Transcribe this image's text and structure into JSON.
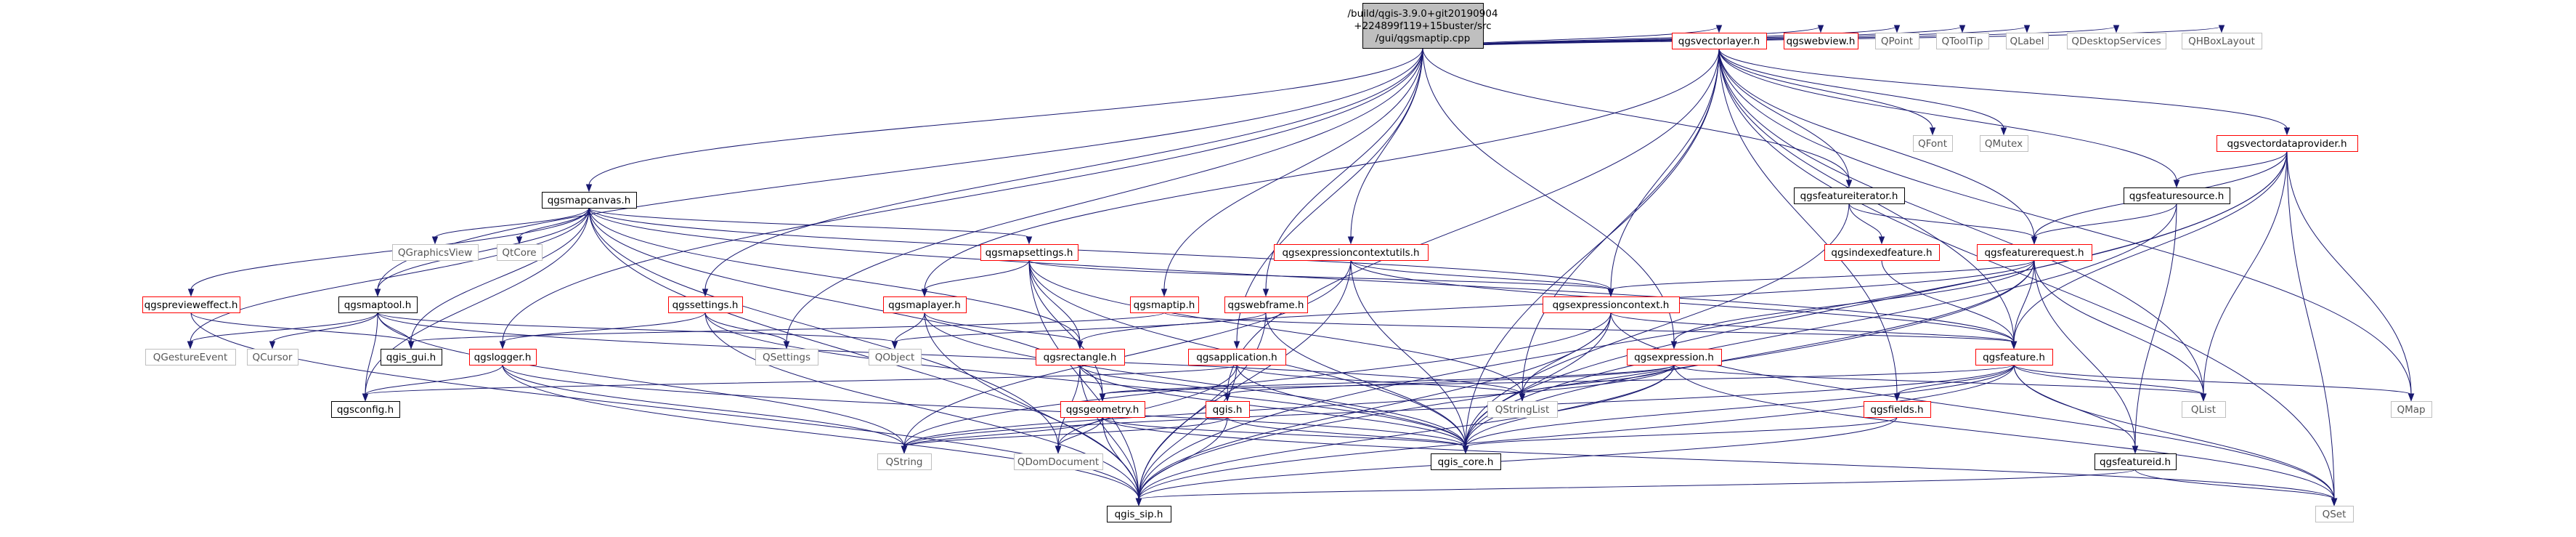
{
  "diagram": {
    "colors": {
      "edge": "#191970",
      "root_fill": "#bfbfbf",
      "normal_border": "#000000",
      "linked_border": "#ff0000",
      "external_border": "#bfbfbf",
      "external_text": "#555555"
    },
    "root": {
      "id": "root",
      "lines": [
        "/build/qgis-3.9.0+git20190904",
        "+224899f119+15buster/src",
        "/gui/qgsmaptip.cpp"
      ]
    },
    "nodes": [
      {
        "id": "qgsmapcanvas",
        "label": "qgsmapcanvas.h",
        "style": "normal"
      },
      {
        "id": "qgsmaptool",
        "label": "qgsmaptool.h",
        "style": "normal"
      },
      {
        "id": "qgsfeatureiterator",
        "label": "qgsfeatureiterator.h",
        "style": "normal"
      },
      {
        "id": "qgsfeaturesource",
        "label": "qgsfeaturesource.h",
        "style": "normal"
      },
      {
        "id": "qgsfeatureid",
        "label": "qgsfeatureid.h",
        "style": "normal"
      },
      {
        "id": "qgis_sip",
        "label": "qgis_sip.h",
        "style": "normal"
      },
      {
        "id": "qgis_core",
        "label": "qgis_core.h",
        "style": "normal"
      },
      {
        "id": "qgis_gui",
        "label": "qgis_gui.h",
        "style": "normal"
      },
      {
        "id": "qgsconfig",
        "label": "qgsconfig.h",
        "style": "normal"
      },
      {
        "id": "qgsvectorlayer",
        "label": "qgsvectorlayer.h",
        "style": "linked"
      },
      {
        "id": "qgswebview",
        "label": "qgswebview.h",
        "style": "linked"
      },
      {
        "id": "qgsvectordataprovider",
        "label": "qgsvectordataprovider.h",
        "style": "linked"
      },
      {
        "id": "qgsindexedfeature",
        "label": "qgsindexedfeature.h",
        "style": "linked"
      },
      {
        "id": "qgsfeaturerequest",
        "label": "qgsfeaturerequest.h",
        "style": "linked"
      },
      {
        "id": "qgsmapsettings",
        "label": "qgsmapsettings.h",
        "style": "linked"
      },
      {
        "id": "qgsexpressioncontextutils",
        "label": "qgsexpressioncontextutils.h",
        "style": "linked"
      },
      {
        "id": "qgspreviewefect",
        "label": "qgspreviewеffect.h",
        "style": "linked"
      },
      {
        "id": "qgssettings",
        "label": "qgssettings.h",
        "style": "linked"
      },
      {
        "id": "qgsmaplayer",
        "label": "qgsmaplayer.h",
        "style": "linked"
      },
      {
        "id": "qgsmaptip",
        "label": "qgsmaptip.h",
        "style": "linked"
      },
      {
        "id": "qgswebframe",
        "label": "qgswebframe.h",
        "style": "linked"
      },
      {
        "id": "qgsexpressioncontext",
        "label": "qgsexpressioncontext.h",
        "style": "linked"
      },
      {
        "id": "qgslogger",
        "label": "qgslogger.h",
        "style": "linked"
      },
      {
        "id": "qgsrectangle",
        "label": "qgsrectangle.h",
        "style": "linked"
      },
      {
        "id": "qgsapplication",
        "label": "qgsapplication.h",
        "style": "linked"
      },
      {
        "id": "qgsexpression",
        "label": "qgsexpression.h",
        "style": "linked"
      },
      {
        "id": "qgsfeature",
        "label": "qgsfeature.h",
        "style": "linked"
      },
      {
        "id": "qgis",
        "label": "qgis.h",
        "style": "linked"
      },
      {
        "id": "qgsfields",
        "label": "qgsfields.h",
        "style": "linked"
      },
      {
        "id": "qgsgeometry",
        "label": "qgsgeometry.h",
        "style": "linked"
      },
      {
        "id": "QPoint",
        "label": "QPoint",
        "style": "external"
      },
      {
        "id": "QToolTip",
        "label": "QToolTip",
        "style": "external"
      },
      {
        "id": "QLabel",
        "label": "QLabel",
        "style": "external"
      },
      {
        "id": "QDesktopServices",
        "label": "QDesktopServices",
        "style": "external"
      },
      {
        "id": "QHBoxLayout",
        "label": "QHBoxLayout",
        "style": "external"
      },
      {
        "id": "QFont",
        "label": "QFont",
        "style": "external"
      },
      {
        "id": "QMutex",
        "label": "QMutex",
        "style": "external"
      },
      {
        "id": "QGraphicsView",
        "label": "QGraphicsView",
        "style": "external"
      },
      {
        "id": "QtCore",
        "label": "QtCore",
        "style": "external"
      },
      {
        "id": "QGestureEvent",
        "label": "QGestureEvent",
        "style": "external"
      },
      {
        "id": "QCursor",
        "label": "QCursor",
        "style": "external"
      },
      {
        "id": "QSettings",
        "label": "QSettings",
        "style": "external"
      },
      {
        "id": "QObject",
        "label": "QObject",
        "style": "external"
      },
      {
        "id": "QStringList",
        "label": "QStringList",
        "style": "external"
      },
      {
        "id": "QList",
        "label": "QList",
        "style": "external"
      },
      {
        "id": "QMap",
        "label": "QMap",
        "style": "external"
      },
      {
        "id": "QString",
        "label": "QString",
        "style": "external"
      },
      {
        "id": "QDomDocument",
        "label": "QDomDocument",
        "style": "external"
      },
      {
        "id": "QSet",
        "label": "QSet",
        "style": "external"
      }
    ],
    "edges": [
      [
        "root",
        "qgsmapcanvas"
      ],
      [
        "root",
        "qgsmaptool"
      ],
      [
        "root",
        "qgslogger"
      ],
      [
        "root",
        "qgssettings"
      ],
      [
        "root",
        "QSettings"
      ],
      [
        "root",
        "qgsmaptip"
      ],
      [
        "root",
        "qgsapplication"
      ],
      [
        "root",
        "qgswebframe"
      ],
      [
        "root",
        "qgsexpressioncontextutils"
      ],
      [
        "root",
        "qgsexpression"
      ],
      [
        "root",
        "qgsfeatureiterator"
      ],
      [
        "root",
        "qgsvectorlayer"
      ],
      [
        "root",
        "qgswebview"
      ],
      [
        "root",
        "QPoint"
      ],
      [
        "root",
        "QToolTip"
      ],
      [
        "root",
        "QLabel"
      ],
      [
        "root",
        "QDesktopServices"
      ],
      [
        "root",
        "QHBoxLayout"
      ],
      [
        "qgsvectorlayer",
        "QFont"
      ],
      [
        "qgsvectorlayer",
        "QMutex"
      ],
      [
        "qgsvectorlayer",
        "qgsvectordataprovider"
      ],
      [
        "qgsvectorlayer",
        "qgsfeatureiterator"
      ],
      [
        "qgsvectorlayer",
        "qgsfeaturesource"
      ],
      [
        "qgsvectorlayer",
        "qgsfeaturerequest"
      ],
      [
        "qgsvectorlayer",
        "qgsmaplayer"
      ],
      [
        "qgsvectorlayer",
        "qgsexpressioncontext"
      ],
      [
        "qgsvectorlayer",
        "qgsfields"
      ],
      [
        "qgsvectorlayer",
        "qgis_core"
      ],
      [
        "qgsvectorlayer",
        "QStringList"
      ],
      [
        "qgsvectorlayer",
        "QList"
      ],
      [
        "qgsvectorlayer",
        "QMap"
      ],
      [
        "qgsvectorlayer",
        "QSet"
      ],
      [
        "qgsvectorlayer",
        "qgis"
      ],
      [
        "qgsvectorlayer",
        "qgsfeature"
      ],
      [
        "qgsvectordataprovider",
        "qgsfeaturesource"
      ],
      [
        "qgsvectordataprovider",
        "qgsfeaturerequest"
      ],
      [
        "qgsvectordataprovider",
        "QMap"
      ],
      [
        "qgsvectordataprovider",
        "QList"
      ],
      [
        "qgsvectordataprovider",
        "QSet"
      ],
      [
        "qgsvectordataprovider",
        "qgis_core"
      ],
      [
        "qgsvectordataprovider",
        "qgis_sip"
      ],
      [
        "qgsvectordataprovider",
        "qgsfeature"
      ],
      [
        "qgsfeatureiterator",
        "qgsindexedfeature"
      ],
      [
        "qgsfeatureiterator",
        "qgsfeaturerequest"
      ],
      [
        "qgsfeatureiterator",
        "qgis_core"
      ],
      [
        "qgsindexedfeature",
        "qgsfeature"
      ],
      [
        "qgsfeaturesource",
        "qgsfeaturerequest"
      ],
      [
        "qgsfeaturesource",
        "qgis_core"
      ],
      [
        "qgsfeaturesource",
        "qgsfeatureid"
      ],
      [
        "qgsfeaturerequest",
        "qgsfeature"
      ],
      [
        "qgsfeaturerequest",
        "qgsexpression"
      ],
      [
        "qgsfeaturerequest",
        "qgsexpressioncontext"
      ],
      [
        "qgsfeaturerequest",
        "qgsrectangle"
      ],
      [
        "qgsfeaturerequest",
        "QList"
      ],
      [
        "qgsfeaturerequest",
        "qgis_core"
      ],
      [
        "qgsfeaturerequest",
        "qgis_sip"
      ],
      [
        "qgsfeaturerequest",
        "qgsfeatureid"
      ],
      [
        "qgsmapcanvas",
        "QGraphicsView"
      ],
      [
        "qgsmapcanvas",
        "QtCore"
      ],
      [
        "qgsmapcanvas",
        "qgsmapsettings"
      ],
      [
        "qgsmapcanvas",
        "qgsexpressioncontext"
      ],
      [
        "qgsmapcanvas",
        "qgspreviewefect"
      ],
      [
        "qgsmapcanvas",
        "qgsmaptool"
      ],
      [
        "qgsmapcanvas",
        "QGestureEvent"
      ],
      [
        "qgsmapcanvas",
        "qgis_gui"
      ],
      [
        "qgsmapcanvas",
        "qgsconfig"
      ],
      [
        "qgsmapcanvas",
        "qgsrectangle"
      ],
      [
        "qgsmapcanvas",
        "QDomDocument"
      ],
      [
        "qgsmapcanvas",
        "qgis_sip"
      ],
      [
        "qgsmapcanvas",
        "qgsfeature"
      ],
      [
        "qgsmapcanvas",
        "qgsgeometry"
      ],
      [
        "qgsmapsettings",
        "qgsmaplayer"
      ],
      [
        "qgsmapsettings",
        "qgsexpressioncontext"
      ],
      [
        "qgsmapsettings",
        "qgsrectangle"
      ],
      [
        "qgsmapsettings",
        "qgis_core"
      ],
      [
        "qgsmapsettings",
        "QStringList"
      ],
      [
        "qgsmapsettings",
        "qgsgeometry"
      ],
      [
        "qgsmapsettings",
        "qgis_sip"
      ],
      [
        "qgsexpressioncontextutils",
        "qgsexpressioncontext"
      ],
      [
        "qgsexpressioncontextutils",
        "qgis_core"
      ],
      [
        "qgsexpressioncontextutils",
        "qgsfeature"
      ],
      [
        "qgsexpressioncontextutils",
        "qgis_sip"
      ],
      [
        "qgsexpressioncontextutils",
        "QString"
      ],
      [
        "qgspreviewefect",
        "qgis_gui"
      ],
      [
        "qgspreviewefect",
        "qgis_sip"
      ],
      [
        "qgsmaptool",
        "QObject"
      ],
      [
        "qgsmaptool",
        "QGestureEvent"
      ],
      [
        "qgsmaptool",
        "QCursor"
      ],
      [
        "qgsmaptool",
        "qgis_gui"
      ],
      [
        "qgsmaptool",
        "qgsconfig"
      ],
      [
        "qgsmaptool",
        "QString"
      ],
      [
        "qgsmaptool",
        "QStringList"
      ],
      [
        "qgssettings",
        "QSettings"
      ],
      [
        "qgssettings",
        "qgslogger"
      ],
      [
        "qgssettings",
        "qgis_sip"
      ],
      [
        "qgssettings",
        "qgis_core"
      ],
      [
        "qgsmaplayer",
        "QObject"
      ],
      [
        "qgsmaplayer",
        "qgsrectangle"
      ],
      [
        "qgsmaplayer",
        "qgis_core"
      ],
      [
        "qgsmaplayer",
        "qgis_sip"
      ],
      [
        "qgsmaptip",
        "qgis_gui"
      ],
      [
        "qgsmaptip",
        "qgsfeature"
      ],
      [
        "qgswebframe",
        "qgis_core"
      ],
      [
        "qgswebframe",
        "qgis_sip"
      ],
      [
        "qgswebframe",
        "QObject"
      ],
      [
        "qgsexpressioncontext",
        "QStringList"
      ],
      [
        "qgsexpressioncontext",
        "qgis_core"
      ],
      [
        "qgsexpressioncontext",
        "QSet"
      ],
      [
        "qgsexpressioncontext",
        "qgsfeature"
      ],
      [
        "qgsexpressioncontext",
        "QString"
      ],
      [
        "qgsexpressioncontext",
        "qgis_sip"
      ],
      [
        "qgslogger",
        "qgsconfig"
      ],
      [
        "qgslogger",
        "qgis_core"
      ],
      [
        "qgslogger",
        "QString"
      ],
      [
        "qgslogger",
        "qgis_sip"
      ],
      [
        "qgsrectangle",
        "qgis"
      ],
      [
        "qgsrectangle",
        "qgis_core"
      ],
      [
        "qgsrectangle",
        "QDomDocument"
      ],
      [
        "qgsrectangle",
        "qgis_sip"
      ],
      [
        "qgsapplication",
        "qgsconfig"
      ],
      [
        "qgsapplication",
        "qgis_core"
      ],
      [
        "qgsapplication",
        "QStringList"
      ],
      [
        "qgsapplication",
        "QDomDocument"
      ],
      [
        "qgsapplication",
        "qgis_sip"
      ],
      [
        "qgsexpression",
        "qgis"
      ],
      [
        "qgsexpression",
        "QStringList"
      ],
      [
        "qgsexpression",
        "QString"
      ],
      [
        "qgsexpression",
        "qgis_core"
      ],
      [
        "qgsexpression",
        "qgis_sip"
      ],
      [
        "qgsexpression",
        "QSet"
      ],
      [
        "qgsexpression",
        "qgsgeometry"
      ],
      [
        "qgsexpression",
        "QList"
      ],
      [
        "qgsfeature",
        "QMap"
      ],
      [
        "qgsfeature",
        "QList"
      ],
      [
        "qgsfeature",
        "QSet"
      ],
      [
        "qgsfeature",
        "qgsfields"
      ],
      [
        "qgsfeature",
        "qgis_core"
      ],
      [
        "qgsfeature",
        "qgis_sip"
      ],
      [
        "qgsfeature",
        "qgsfeatureid"
      ],
      [
        "qgsfeature",
        "qgsgeometry"
      ],
      [
        "qgsfeature",
        "QString"
      ],
      [
        "qgis",
        "QString"
      ],
      [
        "qgis",
        "qgis_core"
      ],
      [
        "qgis",
        "qgis_sip"
      ],
      [
        "qgsfields",
        "qgis_core"
      ],
      [
        "qgsfields",
        "qgis_sip"
      ],
      [
        "qgsgeometry",
        "QString"
      ],
      [
        "qgsgeometry",
        "QDomDocument"
      ],
      [
        "qgsgeometry",
        "qgis_core"
      ],
      [
        "qgsgeometry",
        "qgis_sip"
      ],
      [
        "qgsgeometry",
        "QSet"
      ],
      [
        "qgsfeatureid",
        "qgis_sip"
      ],
      [
        "qgsfeatureid",
        "QSet"
      ]
    ]
  }
}
